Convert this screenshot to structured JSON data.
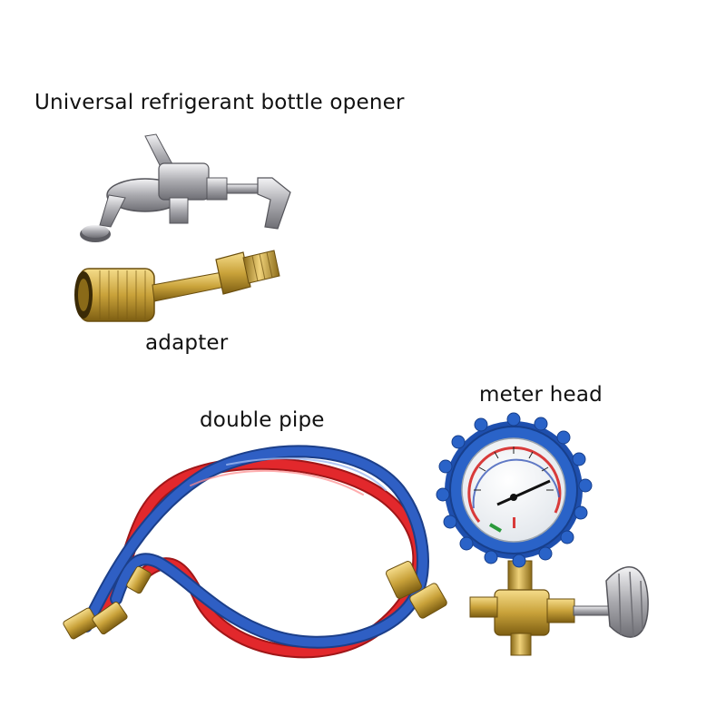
{
  "labels": {
    "opener": "Universal refrigerant bottle opener",
    "adapter": "adapter",
    "pipe": "double pipe",
    "meter": "meter head"
  },
  "colors": {
    "background": "#ffffff",
    "hose_red": "#e2282c",
    "hose_blue": "#2f5fc4",
    "brass": "#c9a23a",
    "gauge_bezel": "#2a63c8",
    "chrome": "#c8c8cc"
  }
}
